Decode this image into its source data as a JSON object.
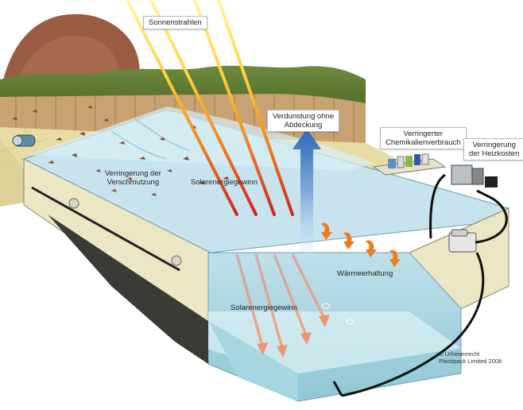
{
  "labels": {
    "sun_rays": "Sonnenstrahlen",
    "evaporation": [
      "Verdunstung ohne",
      "Abdeckung"
    ],
    "chemicals": [
      "Verringerter",
      "Chemikalienverbrauch"
    ],
    "heating": [
      "Verringerung",
      "der Heizkosten"
    ],
    "dirt": [
      "Verringerung der",
      "Verschmutzung"
    ],
    "solar_gain_top": "Solarenergiegewinn",
    "heat_retention": "Wärmeerhaltung",
    "solar_gain_bottom": "Solarenergiegewinn"
  },
  "copyright": [
    "© Urheberrecht",
    "Plastipack Limited 2008"
  ],
  "colors": {
    "ray_top": "#ffe24a",
    "ray_bottom": "#d32222",
    "evaporation_arrow": "#3f7cc6",
    "heat_arrow": "#f07a1f",
    "water_surface": "#c7e4ee",
    "water_deep": "#9fd0dc",
    "pool_wall": "#ede6c4",
    "fence": "#c9a273",
    "tree": "#9a5d43",
    "hedge": "#4f6b2c",
    "deck": "#e7dca4"
  }
}
